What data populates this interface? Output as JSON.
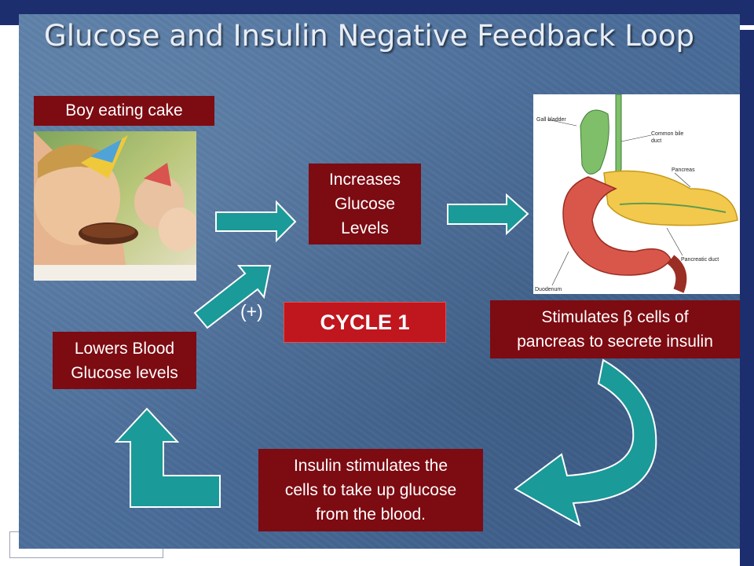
{
  "title": "Glucose and Insulin Negative Feedback Loop",
  "boxes": {
    "boy_eating_cake": "Boy eating cake",
    "increases_glucose": [
      "Increases",
      "Glucose",
      "Levels"
    ],
    "stimulates_beta": [
      "Stimulates β cells of",
      "pancreas to secrete insulin"
    ],
    "insulin_stimulates": [
      "Insulin stimulates the",
      "cells to take up glucose",
      "from the blood."
    ],
    "lowers_glucose": [
      "Lowers Blood",
      "Glucose levels"
    ],
    "cycle": "CYCLE 1"
  },
  "minus_sign": "(+)",
  "anatomy_labels": {
    "gall_bladder": "Gall bladder",
    "common_bile_duct": [
      "Common bile",
      "duct"
    ],
    "pancreas": "Pancreas",
    "pancreatic_duct": "Pancreatic duct",
    "duodenum": "Duodenum"
  },
  "colors": {
    "box_fill": "#7d0b12",
    "cycle_fill": "#c0161e",
    "arrow_fill": "#1a9a98",
    "slide_bg": "#4b6e9a",
    "top_band": "#1c2e6e"
  },
  "icons": [
    "block-arrow-right",
    "block-arrow-diagonal",
    "curved-arrow",
    "l-shaped-arrow"
  ]
}
